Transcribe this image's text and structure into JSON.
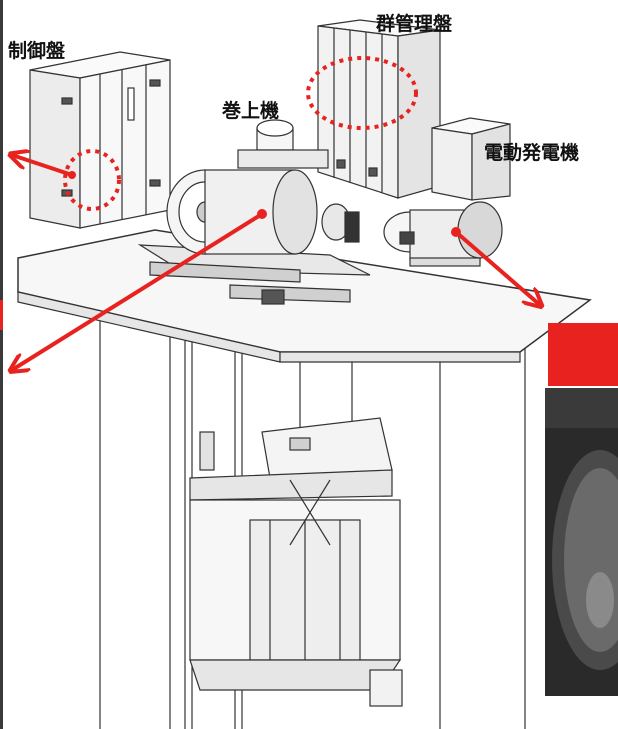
{
  "labels": {
    "control_panel": "制御盤",
    "group_control_panel": "群管理盤",
    "hoist": "巻上機",
    "motor_generator": "電動発電機"
  },
  "colors": {
    "accent": "#e8231f",
    "highlight_dotted": "#e8231f",
    "line": "#333333",
    "fill": "#f4f4f4"
  }
}
